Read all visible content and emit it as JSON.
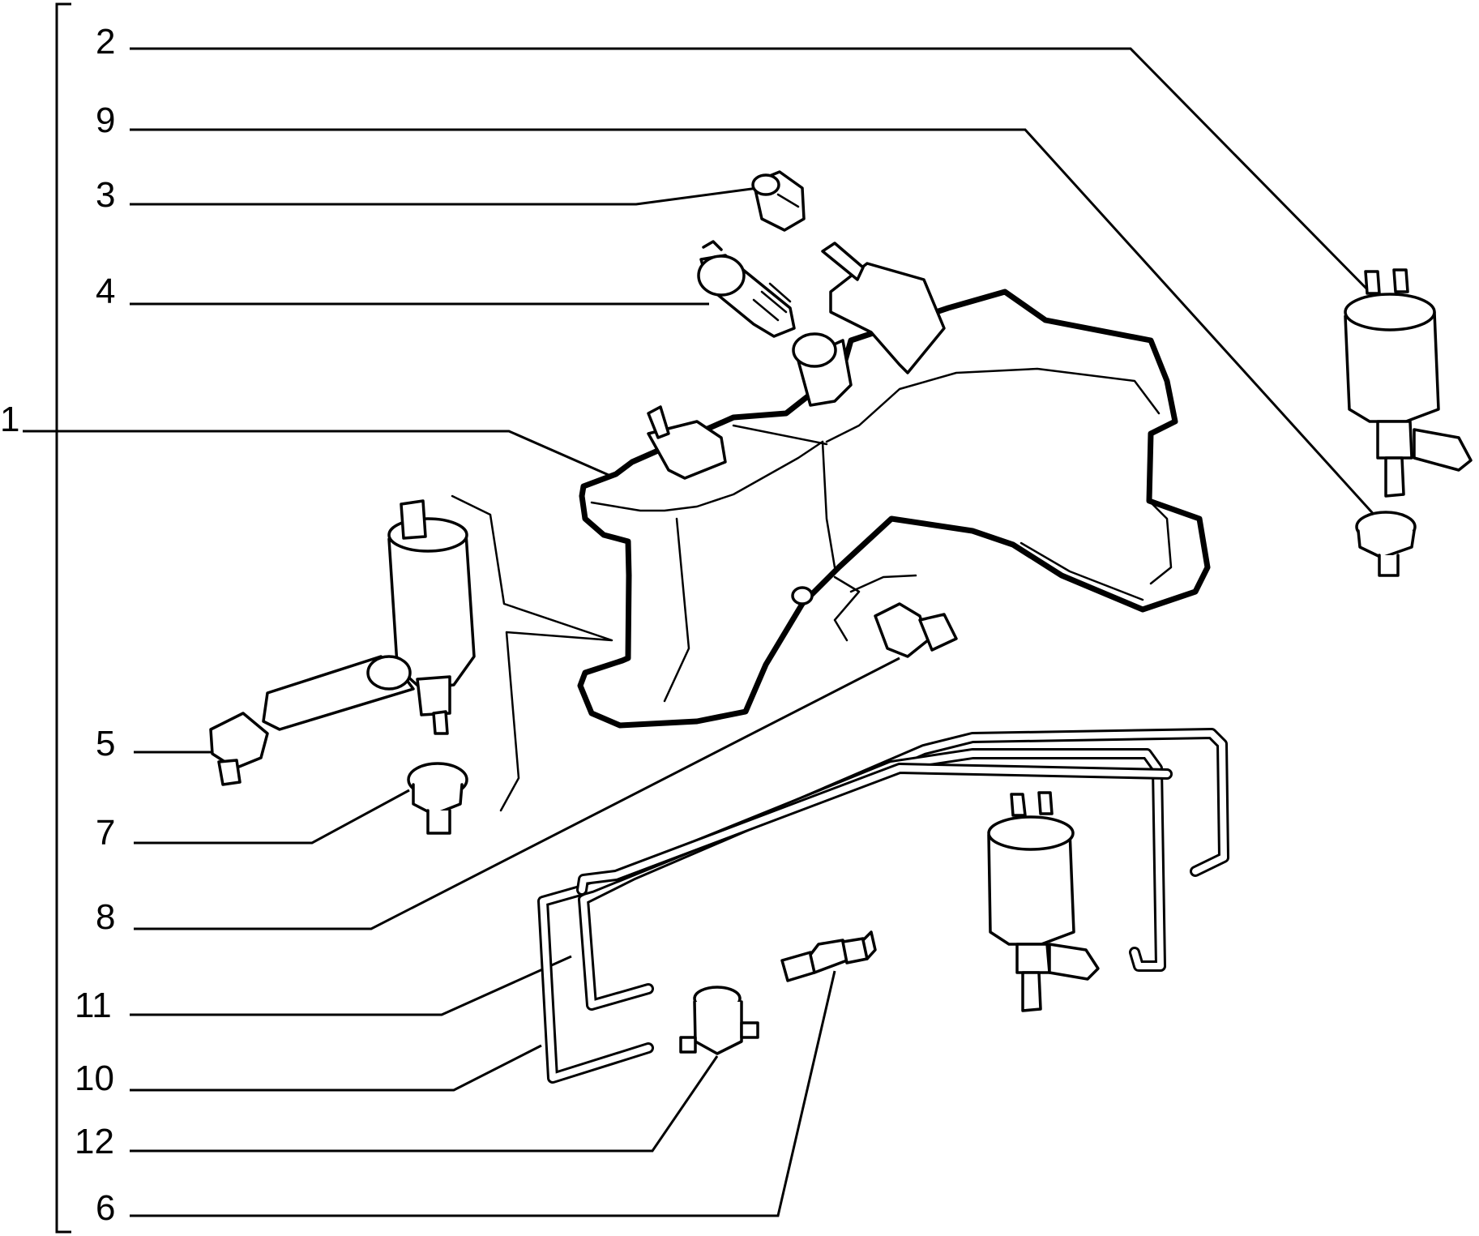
{
  "diagram": {
    "group_bracket_label": "1",
    "callouts": [
      {
        "id": "c1",
        "label": "1"
      },
      {
        "id": "c2",
        "label": "2"
      },
      {
        "id": "c9",
        "label": "9"
      },
      {
        "id": "c3",
        "label": "3"
      },
      {
        "id": "c4",
        "label": "4"
      },
      {
        "id": "c5",
        "label": "5"
      },
      {
        "id": "c7",
        "label": "7"
      },
      {
        "id": "c8",
        "label": "8"
      },
      {
        "id": "c11",
        "label": "11"
      },
      {
        "id": "c10",
        "label": "10"
      },
      {
        "id": "c12",
        "label": "12"
      },
      {
        "id": "c6",
        "label": "6"
      }
    ]
  }
}
